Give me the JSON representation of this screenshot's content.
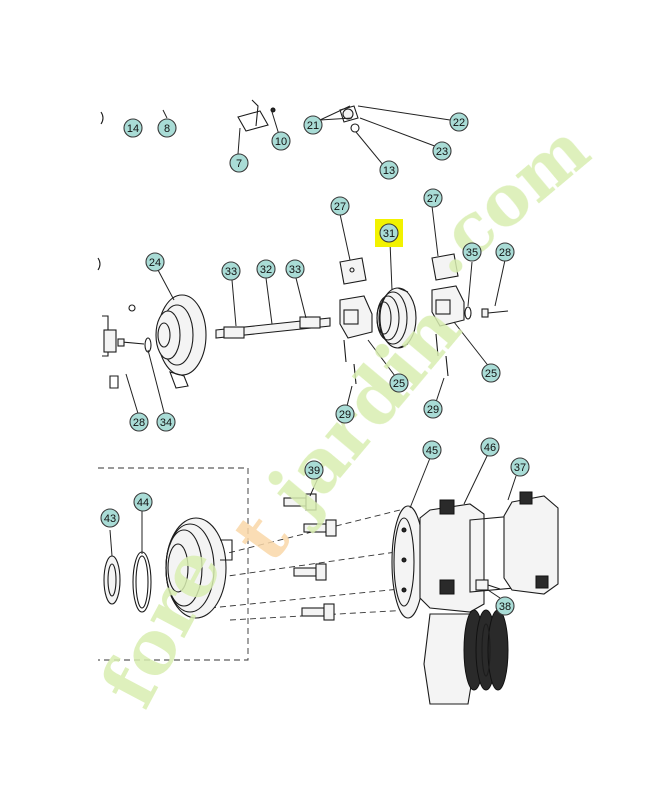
{
  "callouts": [
    {
      "id": "c14",
      "label": "14"
    },
    {
      "id": "c8",
      "label": "8"
    },
    {
      "id": "c10",
      "label": "10"
    },
    {
      "id": "c7",
      "label": "7"
    },
    {
      "id": "c21",
      "label": "21"
    },
    {
      "id": "c22",
      "label": "22"
    },
    {
      "id": "c23",
      "label": "23"
    },
    {
      "id": "c13",
      "label": "13"
    },
    {
      "id": "c27a",
      "label": "27"
    },
    {
      "id": "c31",
      "label": "31"
    },
    {
      "id": "c27b",
      "label": "27"
    },
    {
      "id": "c35",
      "label": "35"
    },
    {
      "id": "c28a",
      "label": "28"
    },
    {
      "id": "c24",
      "label": "24"
    },
    {
      "id": "c33a",
      "label": "33"
    },
    {
      "id": "c32",
      "label": "32"
    },
    {
      "id": "c33b",
      "label": "33"
    },
    {
      "id": "c25a",
      "label": "25"
    },
    {
      "id": "c25b",
      "label": "25"
    },
    {
      "id": "c29a",
      "label": "29"
    },
    {
      "id": "c29b",
      "label": "29"
    },
    {
      "id": "c28b",
      "label": "28"
    },
    {
      "id": "c34",
      "label": "34"
    },
    {
      "id": "c39",
      "label": "39"
    },
    {
      "id": "c45",
      "label": "45"
    },
    {
      "id": "c46",
      "label": "46"
    },
    {
      "id": "c37",
      "label": "37"
    },
    {
      "id": "c43",
      "label": "43"
    },
    {
      "id": "c44",
      "label": "44"
    },
    {
      "id": "c38",
      "label": "38"
    }
  ],
  "highlight": {
    "target": "31",
    "color": "#f2f200"
  },
  "watermark": {
    "text_fore": "fore",
    "text_t": "t",
    "text_jard": "jardin",
    "text_com": ".com",
    "color_green": "#d8eeb0",
    "color_orange": "#f9d7a8"
  },
  "colors": {
    "bubble": "#a9dcd6",
    "line": "#1c1c1c"
  }
}
